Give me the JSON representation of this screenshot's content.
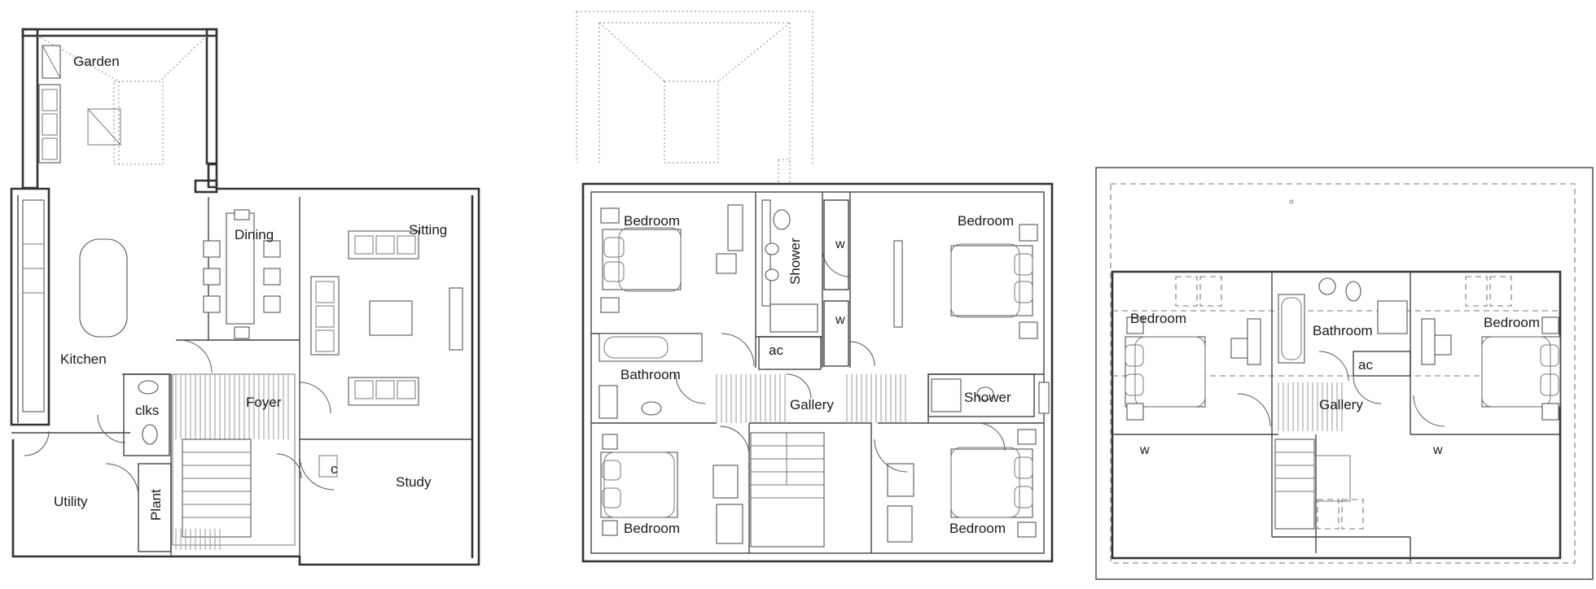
{
  "ground_floor": {
    "rooms": {
      "garden": "Garden",
      "dining": "Dining",
      "sitting": "Sitting",
      "kitchen": "Kitchen",
      "clks": "clks",
      "foyer": "Foyer",
      "c": "c",
      "study": "Study",
      "utility": "Utility",
      "plant": "Plant"
    }
  },
  "first_floor": {
    "rooms": {
      "bedroom_nw": "Bedroom",
      "shower_n": "Shower",
      "w_1": "w",
      "bedroom_ne": "Bedroom",
      "w_2": "w",
      "ac": "ac",
      "bathroom": "Bathroom",
      "gallery": "Gallery",
      "shower_e": "Shower",
      "bedroom_sw": "Bedroom",
      "bedroom_se": "Bedroom"
    }
  },
  "second_floor": {
    "rooms": {
      "bedroom_w": "Bedroom",
      "bathroom": "Bathroom",
      "bedroom_e": "Bedroom",
      "ac": "ac",
      "gallery": "Gallery",
      "w_left": "w",
      "w_right": "w"
    }
  }
}
